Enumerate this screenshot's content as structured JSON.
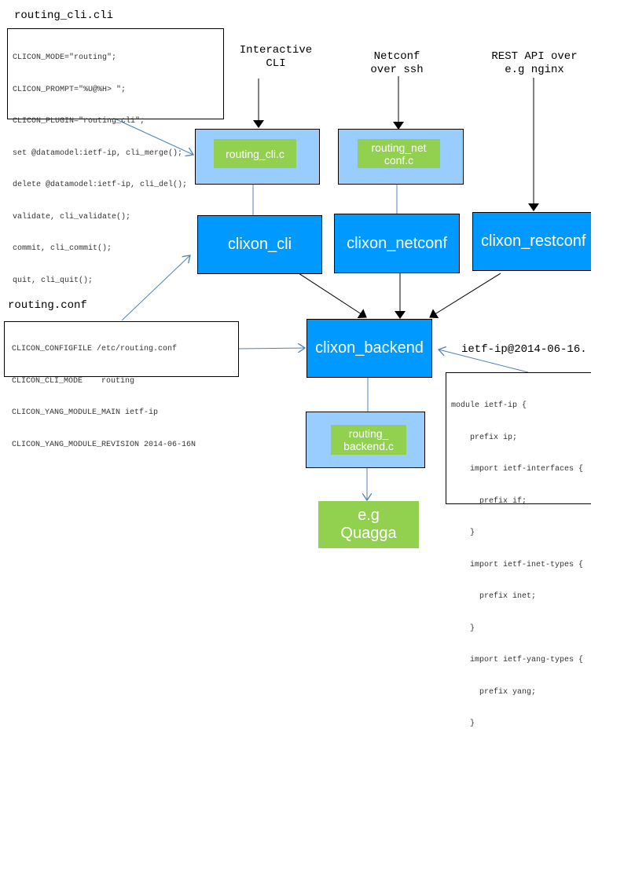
{
  "cli_spec": {
    "title": "routing_cli.cli",
    "lines": [
      "CLICON_MODE=\"routing\";",
      "CLICON_PROMPT=\"%U@%H> \";",
      "CLICON_PLUGIN=\"routing_cli\";",
      "set @datamodel:ietf-ip, cli_merge();",
      "delete @datamodel:ietf-ip, cli_del();",
      "validate, cli_validate();",
      "commit, cli_commit();",
      "quit, cli_quit();"
    ]
  },
  "inputs": {
    "interactive_cli": [
      "Interactive",
      "CLI"
    ],
    "netconf": [
      "Netconf",
      "over ssh"
    ],
    "restapi": [
      "REST API over",
      "e.g nginx"
    ]
  },
  "plugins": {
    "cli": "routing_cli.c",
    "netconf": [
      "routing_net",
      "conf.c"
    ],
    "backend": [
      "routing_",
      "backend.c"
    ]
  },
  "components": {
    "cli": "clixon_cli",
    "netconf": "clixon_netconf",
    "restconf": "clixon_restconf",
    "backend": "clixon_backend"
  },
  "config": {
    "title": "routing.conf",
    "lines": [
      "CLICON_CONFIGFILE /etc/routing.conf",
      "CLICON_CLI_MODE    routing",
      "CLICON_YANG_MODULE_MAIN ietf-ip",
      "CLICON_YANG_MODULE_REVISION 2014-06-16N"
    ]
  },
  "yang": {
    "title": "ietf-ip@2014-06-16.",
    "lines": [
      "module ietf-ip {",
      "    prefix ip;",
      "    import ietf-interfaces {",
      "      prefix if;",
      "    }",
      "    import ietf-inet-types {",
      "      prefix inet;",
      "    }",
      "    import ietf-yang-types {",
      "      prefix yang;",
      "    }"
    ]
  },
  "target": [
    "e.g",
    "Quagga"
  ],
  "colors": {
    "component": "#0099ff",
    "plugin_frame": "#99ccff",
    "plugin": "#92d050",
    "link": "#4f81bd"
  }
}
